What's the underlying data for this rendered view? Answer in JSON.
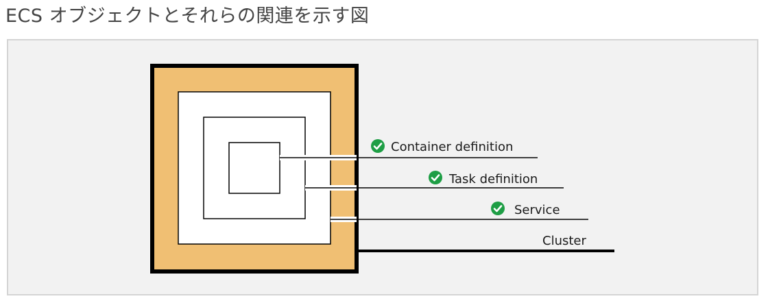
{
  "title": "ECS オブジェクトとそれらの関連を示す図",
  "layers": [
    {
      "label": "Container definition",
      "checked": true
    },
    {
      "label": "Task definition",
      "checked": true
    },
    {
      "label": "Service",
      "checked": true
    },
    {
      "label": "Cluster",
      "checked": false
    }
  ],
  "colors": {
    "cluster_fill": "#f0bf73",
    "check_green": "#1e9e45",
    "frame_background": "#f2f2f2"
  },
  "icons": {
    "check": "check-circle-icon"
  }
}
